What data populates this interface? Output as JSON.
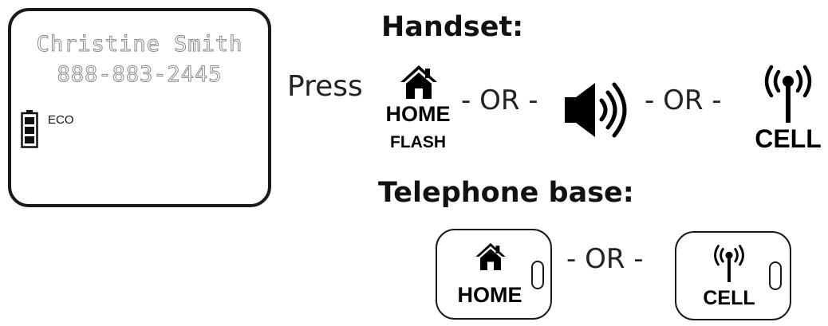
{
  "lcd": {
    "name": "Christine Smith",
    "number": "888-883-2445",
    "eco_label": "ECO"
  },
  "instruction": {
    "press": "Press"
  },
  "handset": {
    "heading": "Handset:",
    "home_key": {
      "label": "HOME",
      "sublabel": "FLASH",
      "icon": "house-icon"
    },
    "or_1": "- OR -",
    "speaker_key": {
      "icon": "speakerphone-icon"
    },
    "or_2": "- OR -",
    "cell_key": {
      "label": "CELL",
      "icon": "antenna-icon"
    }
  },
  "base": {
    "heading": "Telephone base:",
    "home_button": {
      "label": "HOME",
      "icon": "house-icon"
    },
    "or": "- OR -",
    "cell_button": {
      "label": "CELL",
      "icon": "antenna-icon"
    }
  }
}
